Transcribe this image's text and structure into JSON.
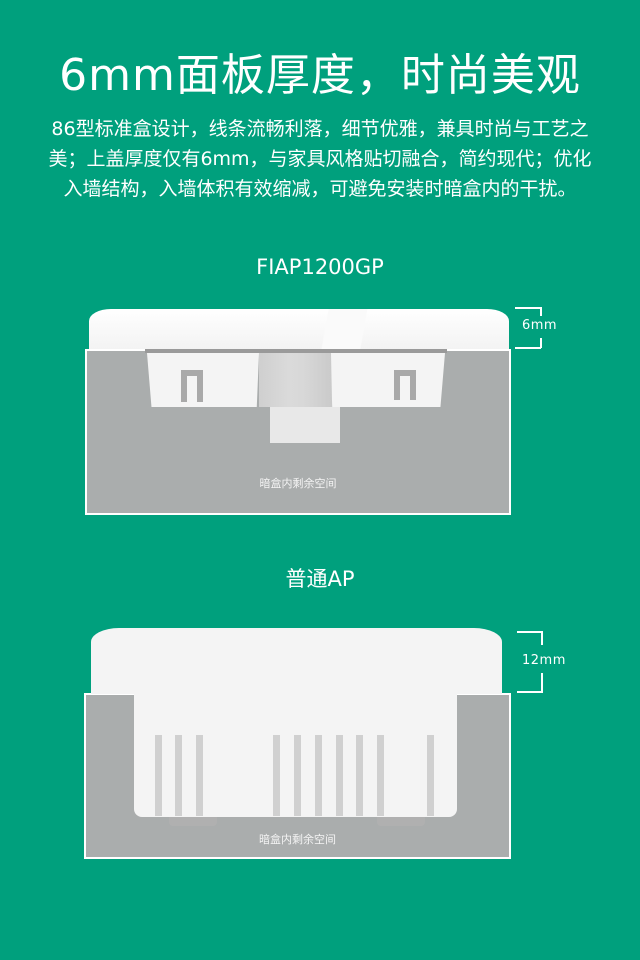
{
  "headline": "6mm面板厚度，时尚美观",
  "description": {
    "lines": [
      "86型标准盒设计，线条流畅利落，细节优雅，兼具时尚与工艺之",
      "美；上盖厚度仅有6mm，与家具风格贴切融合，简约现代；优化",
      "入墙结构，入墙体积有效缩减，可避免安装时暗盒内的干扰。"
    ]
  },
  "comparison": [
    {
      "model": "FIAP1200GP",
      "thickness": "6mm",
      "box_label": "暗盒内剩余空间"
    },
    {
      "model": "普通AP",
      "thickness": "12mm",
      "box_label": "暗盒内剩余空间"
    }
  ],
  "colors": {
    "background": "#00a07d",
    "box_gray": "#aaadad",
    "device_white": "#f4f4f4"
  }
}
